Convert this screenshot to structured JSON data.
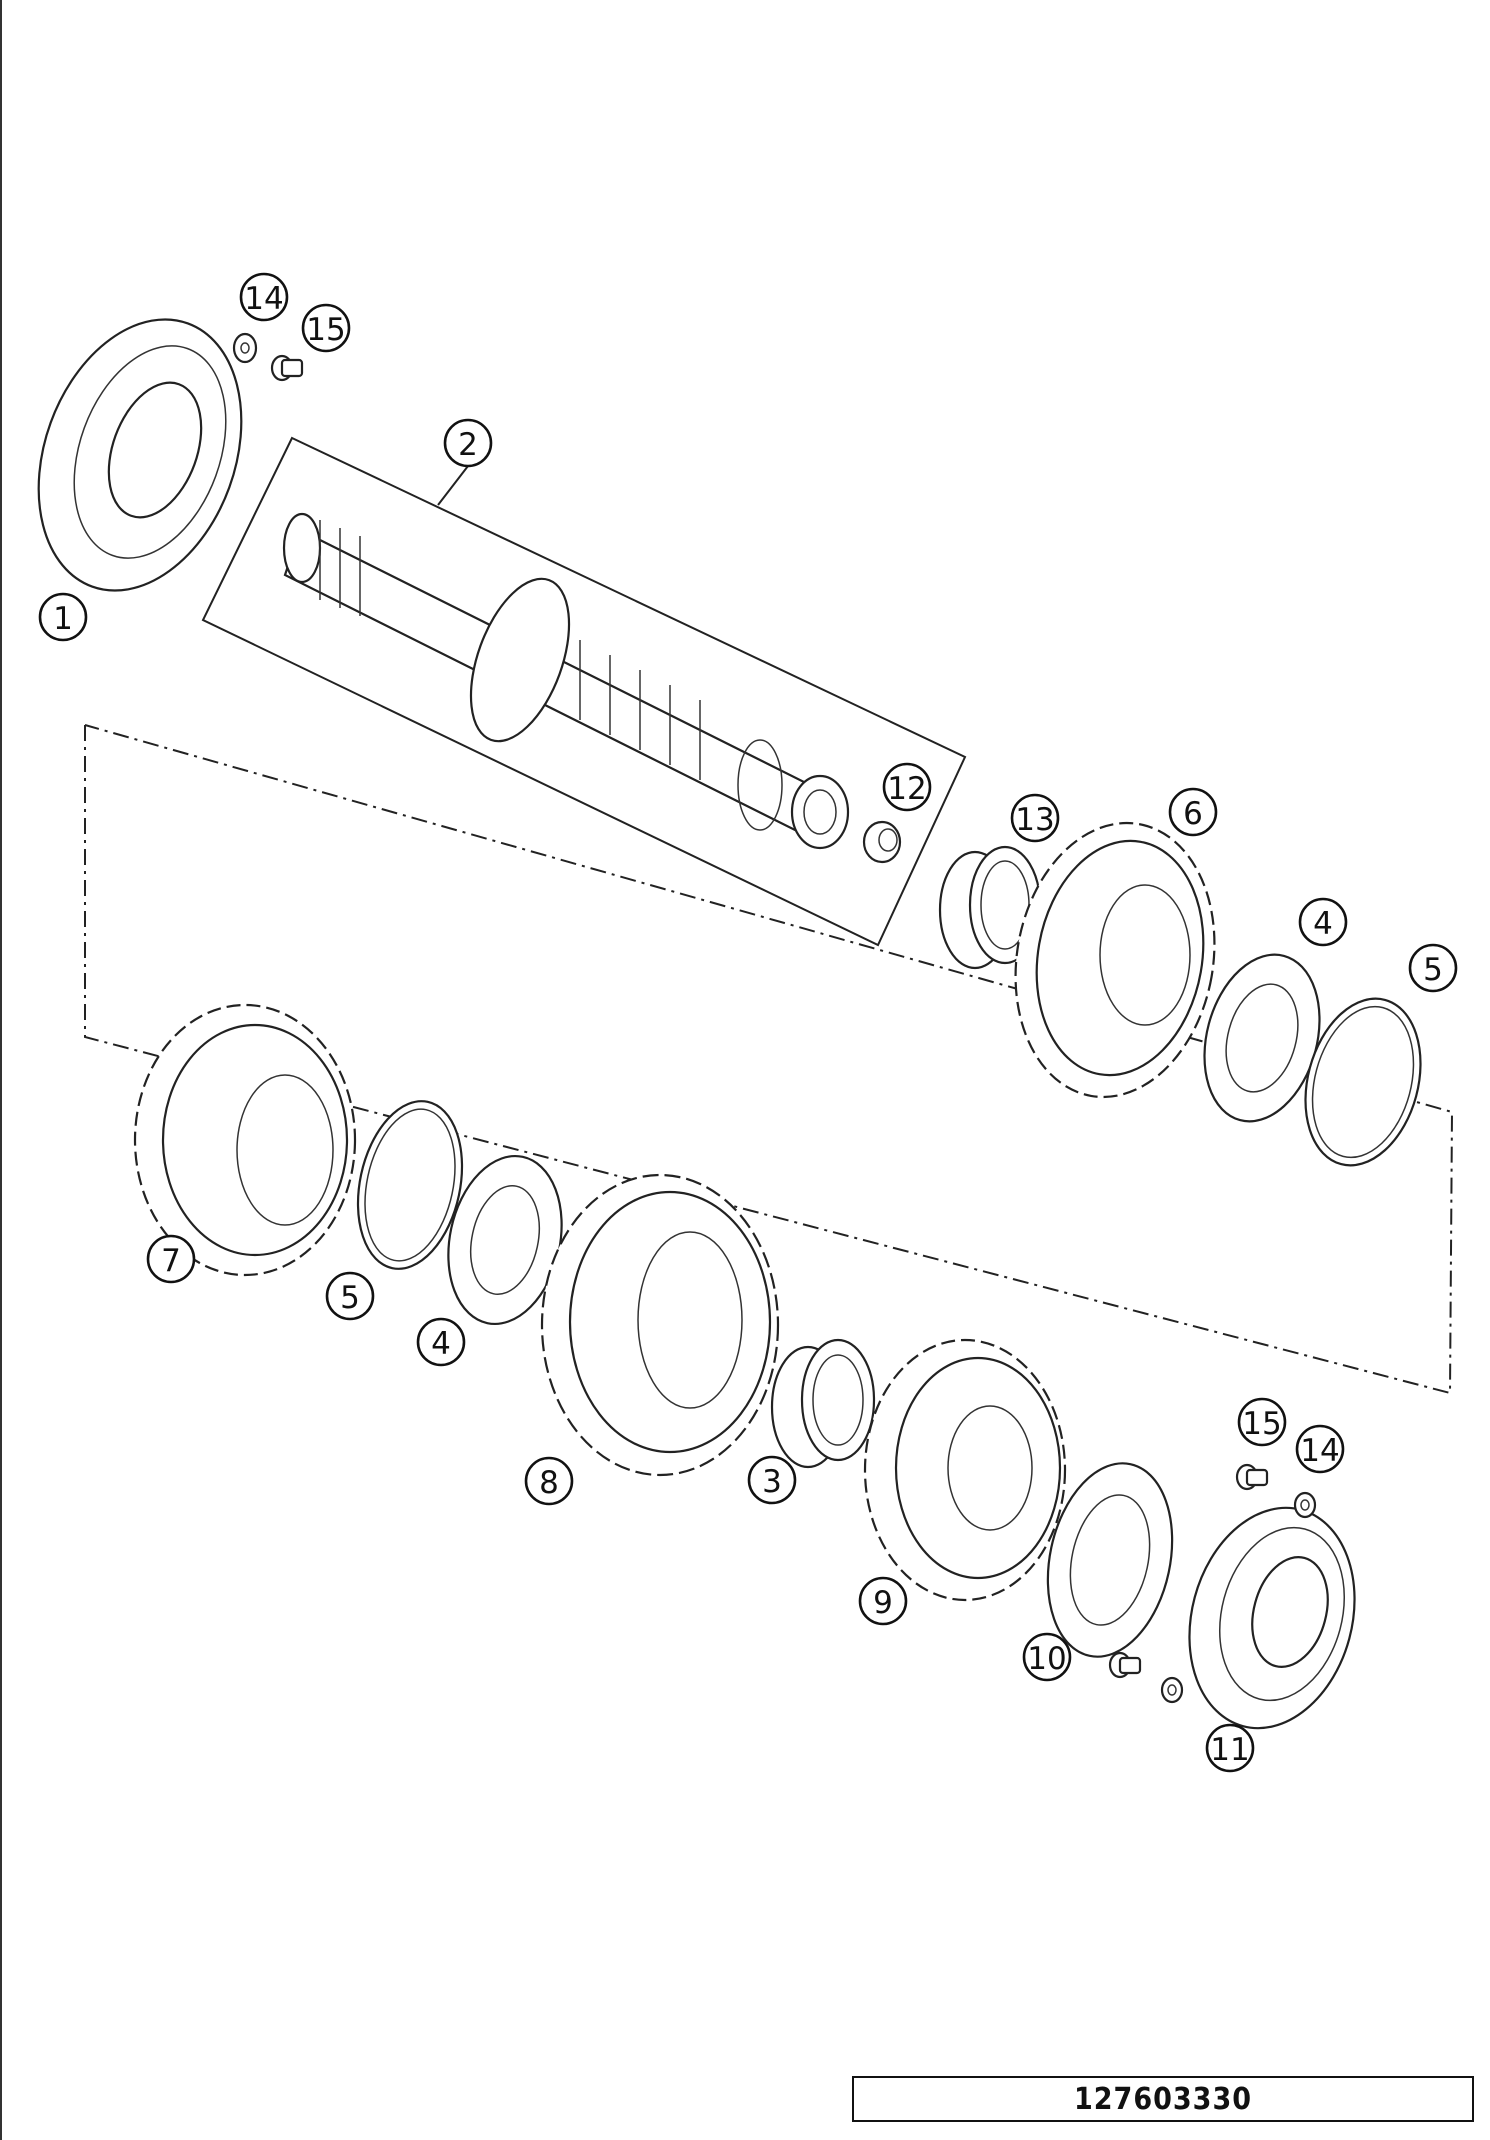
{
  "diagram": {
    "reference_number": "127603330",
    "callouts": [
      {
        "id": "c1",
        "label": "1"
      },
      {
        "id": "c2",
        "label": "2"
      },
      {
        "id": "c3",
        "label": "3"
      },
      {
        "id": "c4a",
        "label": "4"
      },
      {
        "id": "c4b",
        "label": "4"
      },
      {
        "id": "c5a",
        "label": "5"
      },
      {
        "id": "c5b",
        "label": "5"
      },
      {
        "id": "c6",
        "label": "6"
      },
      {
        "id": "c7",
        "label": "7"
      },
      {
        "id": "c8",
        "label": "8"
      },
      {
        "id": "c9",
        "label": "9"
      },
      {
        "id": "c10",
        "label": "10"
      },
      {
        "id": "c11",
        "label": "11"
      },
      {
        "id": "c12",
        "label": "12"
      },
      {
        "id": "c13",
        "label": "13"
      },
      {
        "id": "c14a",
        "label": "14"
      },
      {
        "id": "c14b",
        "label": "14"
      },
      {
        "id": "c15a",
        "label": "15"
      },
      {
        "id": "c15b",
        "label": "15"
      }
    ]
  }
}
